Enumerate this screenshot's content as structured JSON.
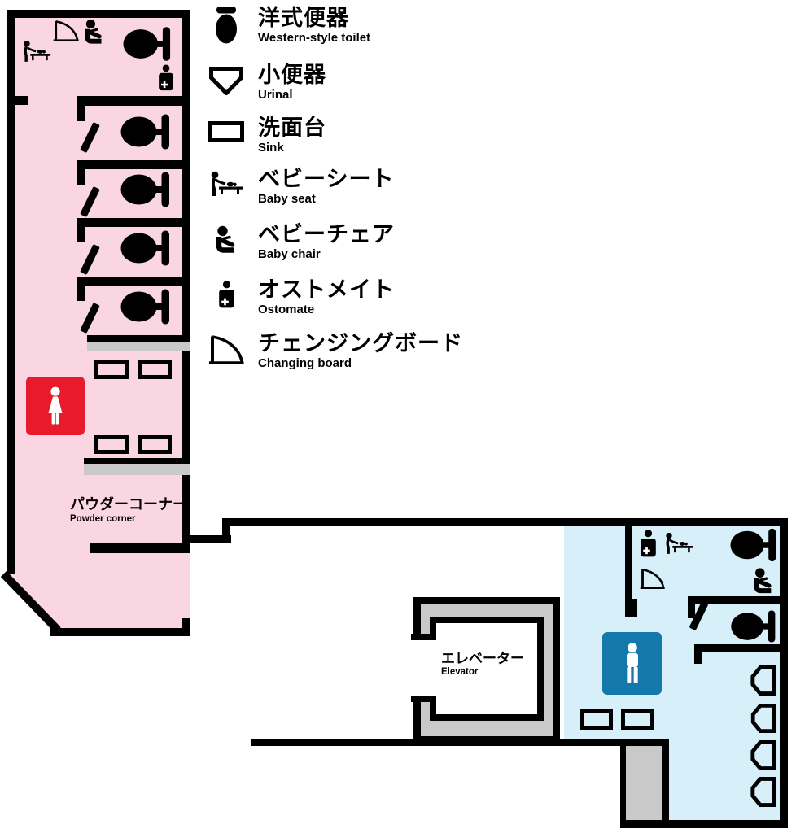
{
  "colors": {
    "pink": "#FAD5E2",
    "lblue": "#D7EFF8",
    "gray": "#C9C9C9",
    "sign-red": "#E81A2C",
    "sign-blue": "#1478AD",
    "wall": "#000000"
  },
  "legend": {
    "items": [
      {
        "icon": "western-toilet-icon",
        "jp": "洋式便器",
        "en": "Western-style toilet"
      },
      {
        "icon": "urinal-icon",
        "jp": "小便器",
        "en": "Urinal"
      },
      {
        "icon": "sink-icon",
        "jp": "洗面台",
        "en": "Sink"
      },
      {
        "icon": "baby-seat-icon",
        "jp": "ベビーシート",
        "en": "Baby seat"
      },
      {
        "icon": "baby-chair-icon",
        "jp": "ベビーチェア",
        "en": "Baby chair"
      },
      {
        "icon": "ostomate-icon",
        "jp": "オストメイト",
        "en": "Ostomate"
      },
      {
        "icon": "changing-board-icon",
        "jp": "チェンジングボード",
        "en": "Changing board"
      }
    ]
  },
  "labels": {
    "powder_corner": {
      "jp": "パウダーコーナー",
      "en": "Powder corner"
    },
    "elevator": {
      "jp": "エレベーター",
      "en": "Elevator"
    }
  },
  "rooms": {
    "womens": {
      "sign_icon": "female-icon",
      "sign_color": "#E81A2C"
    },
    "mens": {
      "sign_icon": "male-icon",
      "sign_color": "#1478AD"
    }
  }
}
